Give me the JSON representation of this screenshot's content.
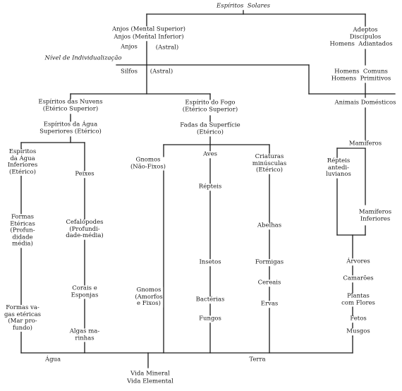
{
  "nodes": {
    "espiritos_solares": "Espíritos  Solares",
    "anjos_mental_superior": "Anjos (Mental Superior)",
    "anjos_mental_inferior": "Anjos (Mental Inferior)",
    "anjos": "Anjos",
    "astral_1": "(Astral)",
    "nivel_individualizacao": "Nível de Individualização",
    "silfos": "Silfos",
    "astral_2": "(Astral)",
    "adeptos": "Adeptos",
    "discipulos": "Discípulos",
    "homens_adiantados": "Homens  Adiantados",
    "homens_comuns": "Homens  Comuns",
    "homens_primitivos": "Homens  Primitivos",
    "animais_domesticos": "Animais Domésticos",
    "mamiferos": "Mamíferos",
    "repteis_antediluvianos": "Répteis\nantedi-\nluvianos",
    "mamiferos_inferiores": "Mamíferos\nInferiores",
    "arvores": "Árvores",
    "camaroes": "Camarões",
    "plantas_com_flores": "Plantas\ncom Flores",
    "fetos": "Fetos",
    "musgos": "Musgos",
    "espiritos_das_nuvens": "Espíritos das Nuvens\n(Etérico Superior)",
    "espiritos_da_agua_superiores": "Espíritos da Água\nSuperiores (Etérico)",
    "espiritos_da_agua_inferiores": "Espíritos\nda Água\nInferiores\n(Etérico)",
    "formas_etericas": "Formas\nEtéricas\n(Profun-\ndidade\nmédia)",
    "formas_vagas_etericas": "Formas va-\ngas etéricas\n(Mar pro-\nfundo)",
    "peixes": "Peixes",
    "cefalopodes": "Cefalópodes\n(Profundi-\ndade-média)",
    "corais_e_esponjas": "Corais e\nEsponjas",
    "algas_marinhas": "Algas ma-\nrinhas",
    "espirito_do_fogo": "Espírito do Fogo\n(Etérico Superior)",
    "fadas_da_superficie": "Fadas da Superfície\n(Etérico)",
    "gnomos_nao_fixos": "Gnomos\n(Não-Fixos)",
    "gnomos_amorfos_fixos": "Gnomos\n(Amorfos\ne Fixos)",
    "aves": "Aves",
    "repteis": "Répteis",
    "insetos": "Insetos",
    "bacterias": "Bactérias",
    "fungos": "Fungos",
    "criaturas_minusculas": "Criaturas\nminúsculas\n(Etérico)",
    "abelhas": "Abelhas",
    "formigas": "Formigas",
    "cereais": "Cereais",
    "ervas": "Ervas",
    "agua": "Água",
    "terra": "Terra",
    "vida_mineral": "Vida Mineral",
    "vida_elemental": "Vida Elemental"
  },
  "colors": {
    "line": "#1a1a1a",
    "text": "#1a1a1a",
    "background": "#ffffff"
  }
}
